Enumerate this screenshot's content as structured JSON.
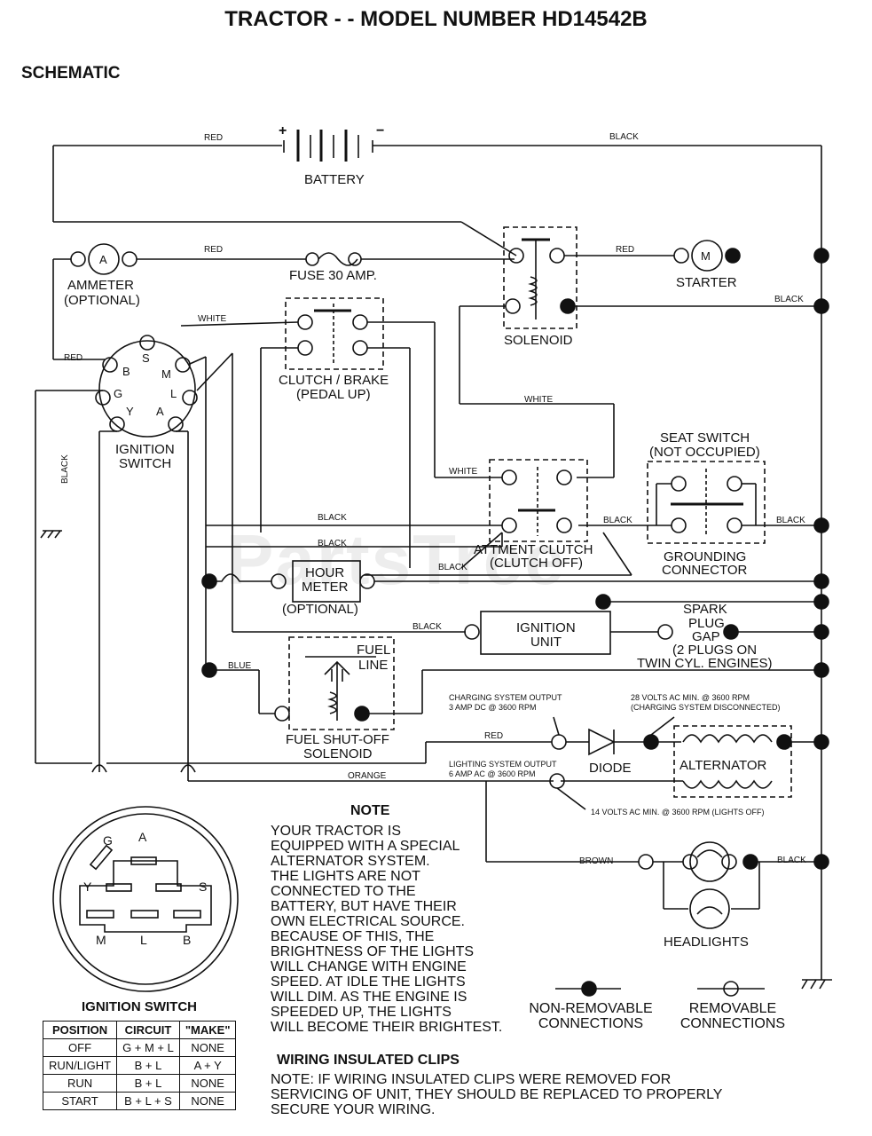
{
  "header": {
    "title": "TRACTOR - - MODEL NUMBER HD14542B",
    "subtitle": "SCHEMATIC",
    "watermark": "PartsTree"
  },
  "components": {
    "battery": "BATTERY",
    "battery_plus": "+",
    "battery_minus": "−",
    "ammeter_symbol": "A",
    "ammeter": "AMMETER",
    "ammeter_note": "(OPTIONAL)",
    "fuse": "FUSE 30 AMP.",
    "solenoid": "SOLENOID",
    "starter_symbol": "M",
    "starter": "STARTER",
    "clutch_brake": "CLUTCH / BRAKE",
    "clutch_brake_note": "(PEDAL UP)",
    "ignition_switch_line1": "IGNITION",
    "ignition_switch_line2": "SWITCH",
    "terminals": {
      "b": "B",
      "s": "S",
      "m": "M",
      "g": "G",
      "l": "L",
      "y": "Y",
      "a": "A"
    },
    "seat_switch": "SEAT SWITCH",
    "seat_switch_note": "(NOT OCCUPIED)",
    "grounding_connector_line1": "GROUNDING",
    "grounding_connector_line2": "CONNECTOR",
    "attment_clutch": "ATTMENT CLUTCH",
    "attment_clutch_note": "(CLUTCH OFF)",
    "hour_meter_line1": "HOUR",
    "hour_meter_line2": "METER",
    "hour_meter_note": "(OPTIONAL)",
    "ignition_unit_line1": "IGNITION",
    "ignition_unit_line2": "UNIT",
    "spark_plug_lines": [
      "SPARK",
      "PLUG",
      "GAP",
      "(2 PLUGS ON",
      "TWIN CYL. ENGINES)"
    ],
    "fuel_line_1": "FUEL",
    "fuel_line_2": "LINE",
    "fuel_solenoid_line1": "FUEL SHUT-OFF",
    "fuel_solenoid_line2": "SOLENOID",
    "charging_output_line1": "CHARGING SYSTEM OUTPUT",
    "charging_output_line2": "3 AMP DC @ 3600 RPM",
    "volts_28_line1": "28 VOLTS AC MIN. @ 3600 RPM",
    "volts_28_line2": "(CHARGING SYSTEM DISCONNECTED)",
    "diode": "DIODE",
    "alternator": "ALTERNATOR",
    "lighting_output_line1": "LIGHTING SYSTEM OUTPUT",
    "lighting_output_line2": "6 AMP AC @ 3600 RPM",
    "volts_14": "14 VOLTS AC MIN. @ 3600 RPM (LIGHTS OFF)",
    "headlights": "HEADLIGHTS"
  },
  "wires": {
    "red": "RED",
    "black": "BLACK",
    "white": "WHITE",
    "blue": "BLUE",
    "orange": "ORANGE",
    "brown": "BROWN"
  },
  "note": {
    "heading": "NOTE",
    "body": "YOUR TRACTOR IS\nEQUIPPED WITH A SPECIAL\nALTERNATOR SYSTEM.\nTHE LIGHTS ARE NOT\nCONNECTED TO THE\nBATTERY, BUT HAVE THEIR\nOWN ELECTRICAL SOURCE.\nBECAUSE OF THIS, THE\nBRIGHTNESS OF THE LIGHTS\nWILL CHANGE WITH ENGINE\nSPEED.  AT IDLE THE LIGHTS\nWILL DIM.  AS THE ENGINE IS\nSPEEDED UP, THE LIGHTS\nWILL BECOME THEIR BRIGHTEST."
  },
  "legend": {
    "non_removable_line1": "NON-REMOVABLE",
    "non_removable_line2": "CONNECTIONS",
    "removable_line1": "REMOVABLE",
    "removable_line2": "CONNECTIONS"
  },
  "plug": {
    "g": "G",
    "a": "A",
    "y": "Y",
    "s": "S",
    "m": "M",
    "l": "L",
    "b": "B"
  },
  "ignition_table": {
    "title": "IGNITION SWITCH",
    "headers": [
      "POSITION",
      "CIRCUIT",
      "\"MAKE\""
    ],
    "rows": [
      [
        "OFF",
        "G + M + L",
        "NONE"
      ],
      [
        "RUN/LIGHT",
        "B + L",
        "A + Y"
      ],
      [
        "RUN",
        "B + L",
        "NONE"
      ],
      [
        "START",
        "B + L + S",
        "NONE"
      ]
    ]
  },
  "clips": {
    "heading": "WIRING INSULATED CLIPS",
    "body": "NOTE: IF WIRING INSULATED CLIPS WERE REMOVED FOR SERVICING OF UNIT, THEY SHOULD BE REPLACED TO PROPERLY SECURE YOUR WIRING."
  }
}
